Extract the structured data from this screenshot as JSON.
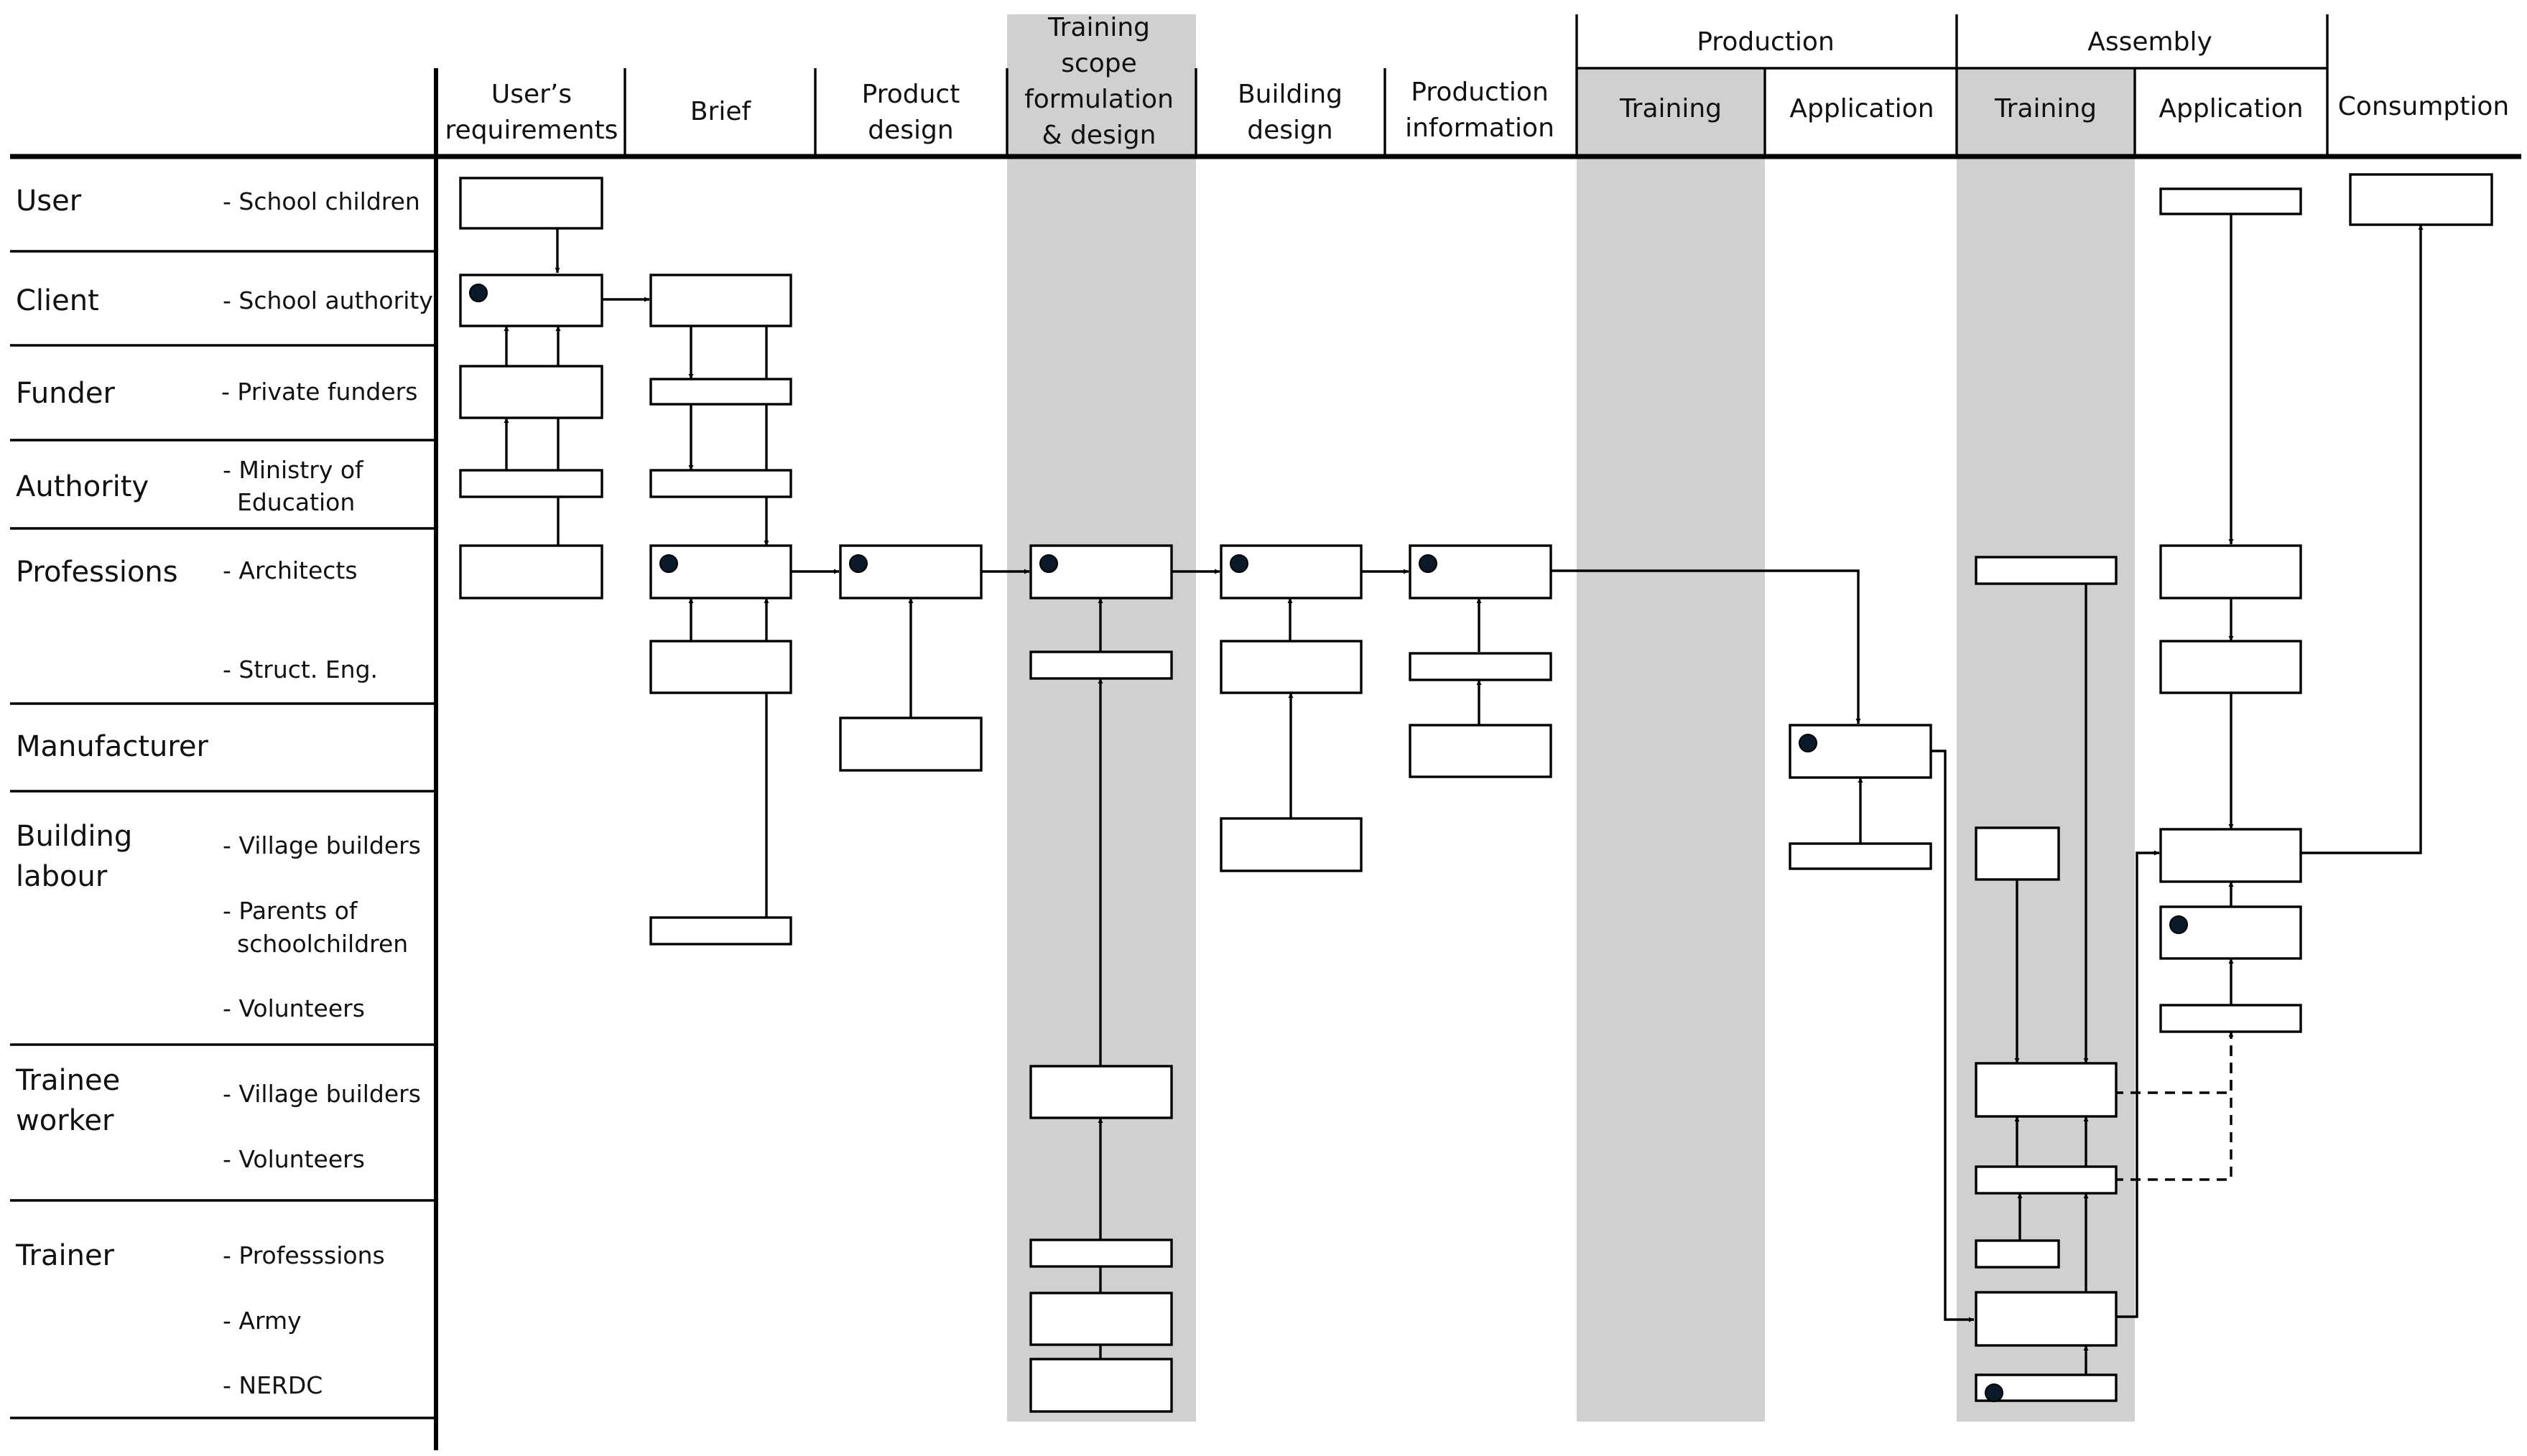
{
  "headers": {
    "columns": [
      {
        "id": "req",
        "lines": [
          "User’s",
          "requirements"
        ]
      },
      {
        "id": "brief",
        "lines": [
          "Brief"
        ]
      },
      {
        "id": "product",
        "lines": [
          "Product",
          "design"
        ]
      },
      {
        "id": "training",
        "lines": [
          "Training",
          "scope",
          "formulation",
          "& design"
        ]
      },
      {
        "id": "building",
        "lines": [
          "Building",
          "design"
        ]
      },
      {
        "id": "prodinfo",
        "lines": [
          "Production",
          "information"
        ]
      },
      {
        "id": "ptrain",
        "lines": [
          "Training"
        ]
      },
      {
        "id": "papp",
        "lines": [
          "Application"
        ]
      },
      {
        "id": "atrain",
        "lines": [
          "Training"
        ]
      },
      {
        "id": "aapp",
        "lines": [
          "Application"
        ]
      },
      {
        "id": "consumption",
        "lines": [
          "Consumption"
        ]
      }
    ],
    "groups": [
      {
        "id": "production",
        "label": "Production"
      },
      {
        "id": "assembly",
        "label": "Assembly"
      }
    ]
  },
  "rows": [
    {
      "id": "user",
      "role": [
        "User"
      ],
      "actors": [
        "- School children"
      ]
    },
    {
      "id": "client",
      "role": [
        "Client"
      ],
      "actors": [
        "- School authority"
      ]
    },
    {
      "id": "funder",
      "role": [
        "Funder"
      ],
      "actors": [
        "- Private funders"
      ]
    },
    {
      "id": "authority",
      "role": [
        "Authority"
      ],
      "actors": [
        "- Ministry of",
        "Education"
      ]
    },
    {
      "id": "professions",
      "role": [
        "Professions"
      ],
      "actors": [
        "- Architects",
        "- Struct. Eng."
      ]
    },
    {
      "id": "manufacturer",
      "role": [
        "Manufacturer"
      ],
      "actors": []
    },
    {
      "id": "building-labour",
      "role": [
        "Building",
        "labour"
      ],
      "actors": [
        "- Village builders",
        "- Parents of",
        "schoolchildren",
        "- Volunteers"
      ]
    },
    {
      "id": "trainee-worker",
      "role": [
        "Trainee",
        "worker"
      ],
      "actors": [
        "- Village builders",
        "- Volunteers"
      ]
    },
    {
      "id": "trainer",
      "role": [
        "Trainer"
      ],
      "actors": [
        "- Professsions",
        "- Army",
        "- NERDC"
      ]
    }
  ],
  "nodes": [
    {
      "id": "n1",
      "dot": false
    },
    {
      "id": "n2",
      "dot": true
    },
    {
      "id": "n3",
      "dot": false
    },
    {
      "id": "n4",
      "dot": false
    },
    {
      "id": "n5",
      "dot": false
    },
    {
      "id": "n6",
      "dot": false
    },
    {
      "id": "n7",
      "dot": false
    },
    {
      "id": "n8",
      "dot": false
    },
    {
      "id": "n9",
      "dot": true
    },
    {
      "id": "n10",
      "dot": false
    },
    {
      "id": "n11",
      "dot": false
    },
    {
      "id": "n12",
      "dot": true
    },
    {
      "id": "n13",
      "dot": false
    },
    {
      "id": "n14",
      "dot": true
    },
    {
      "id": "n15",
      "dot": false
    },
    {
      "id": "n16",
      "dot": false
    },
    {
      "id": "n17",
      "dot": false
    },
    {
      "id": "n18",
      "dot": false
    },
    {
      "id": "n19",
      "dot": false
    },
    {
      "id": "n20",
      "dot": true
    },
    {
      "id": "n21",
      "dot": false
    },
    {
      "id": "n22",
      "dot": false
    },
    {
      "id": "n23",
      "dot": true
    },
    {
      "id": "n24",
      "dot": false
    },
    {
      "id": "n25",
      "dot": false
    },
    {
      "id": "n26",
      "dot": true
    },
    {
      "id": "n27",
      "dot": false
    },
    {
      "id": "n28",
      "dot": false
    },
    {
      "id": "n29",
      "dot": false
    },
    {
      "id": "n30",
      "dot": false
    },
    {
      "id": "n31",
      "dot": false
    },
    {
      "id": "n32",
      "dot": false
    },
    {
      "id": "n33",
      "dot": false
    },
    {
      "id": "n34",
      "dot": true
    },
    {
      "id": "n35",
      "dot": false
    },
    {
      "id": "n36",
      "dot": false
    },
    {
      "id": "n37",
      "dot": false
    },
    {
      "id": "n38",
      "dot": false
    },
    {
      "id": "n39",
      "dot": true
    },
    {
      "id": "n40",
      "dot": false
    },
    {
      "id": "n41",
      "dot": false
    },
    {
      "id": "n42",
      "dot": true
    },
    {
      "id": "n43",
      "dot": false
    }
  ],
  "colors": {
    "shade": "#d0d0d0",
    "line": "#000000",
    "dot": "#0b1a2a"
  }
}
